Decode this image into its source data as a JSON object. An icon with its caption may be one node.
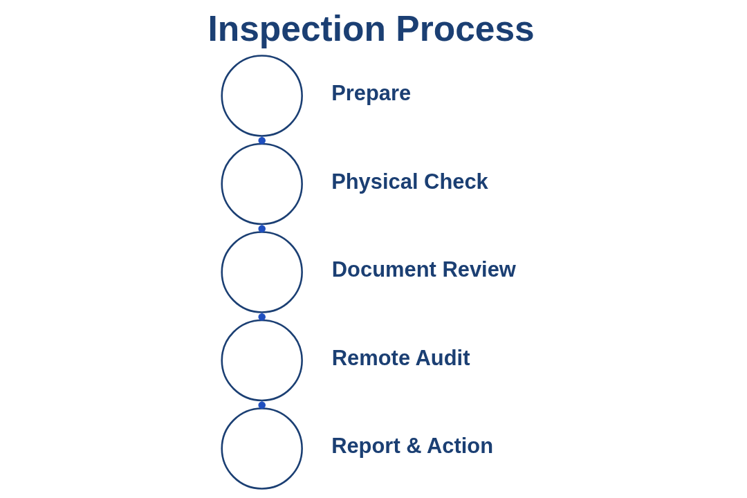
{
  "diagram": {
    "title": "Inspection Process",
    "nodes": [
      {
        "text": [],
        "shape": "circle",
        "beside": [
          "Prepare"
        ]
      },
      {
        "text": [],
        "shape": "circle",
        "beside": [
          "Physical Check"
        ]
      },
      {
        "text": [],
        "shape": "circle",
        "beside": [
          "Document Review"
        ]
      },
      {
        "text": [],
        "shape": "circle",
        "beside": [
          "Remote Audit"
        ]
      },
      {
        "text": [],
        "shape": "circle",
        "beside": [
          "Report & Action"
        ]
      }
    ],
    "edges": [
      {
        "from": 0,
        "to": 1,
        "arrow": "other"
      },
      {
        "from": 1,
        "to": 2,
        "arrow": "other"
      },
      {
        "from": 2,
        "to": 3,
        "arrow": "other"
      },
      {
        "from": 3,
        "to": 4,
        "arrow": "other"
      }
    ]
  }
}
